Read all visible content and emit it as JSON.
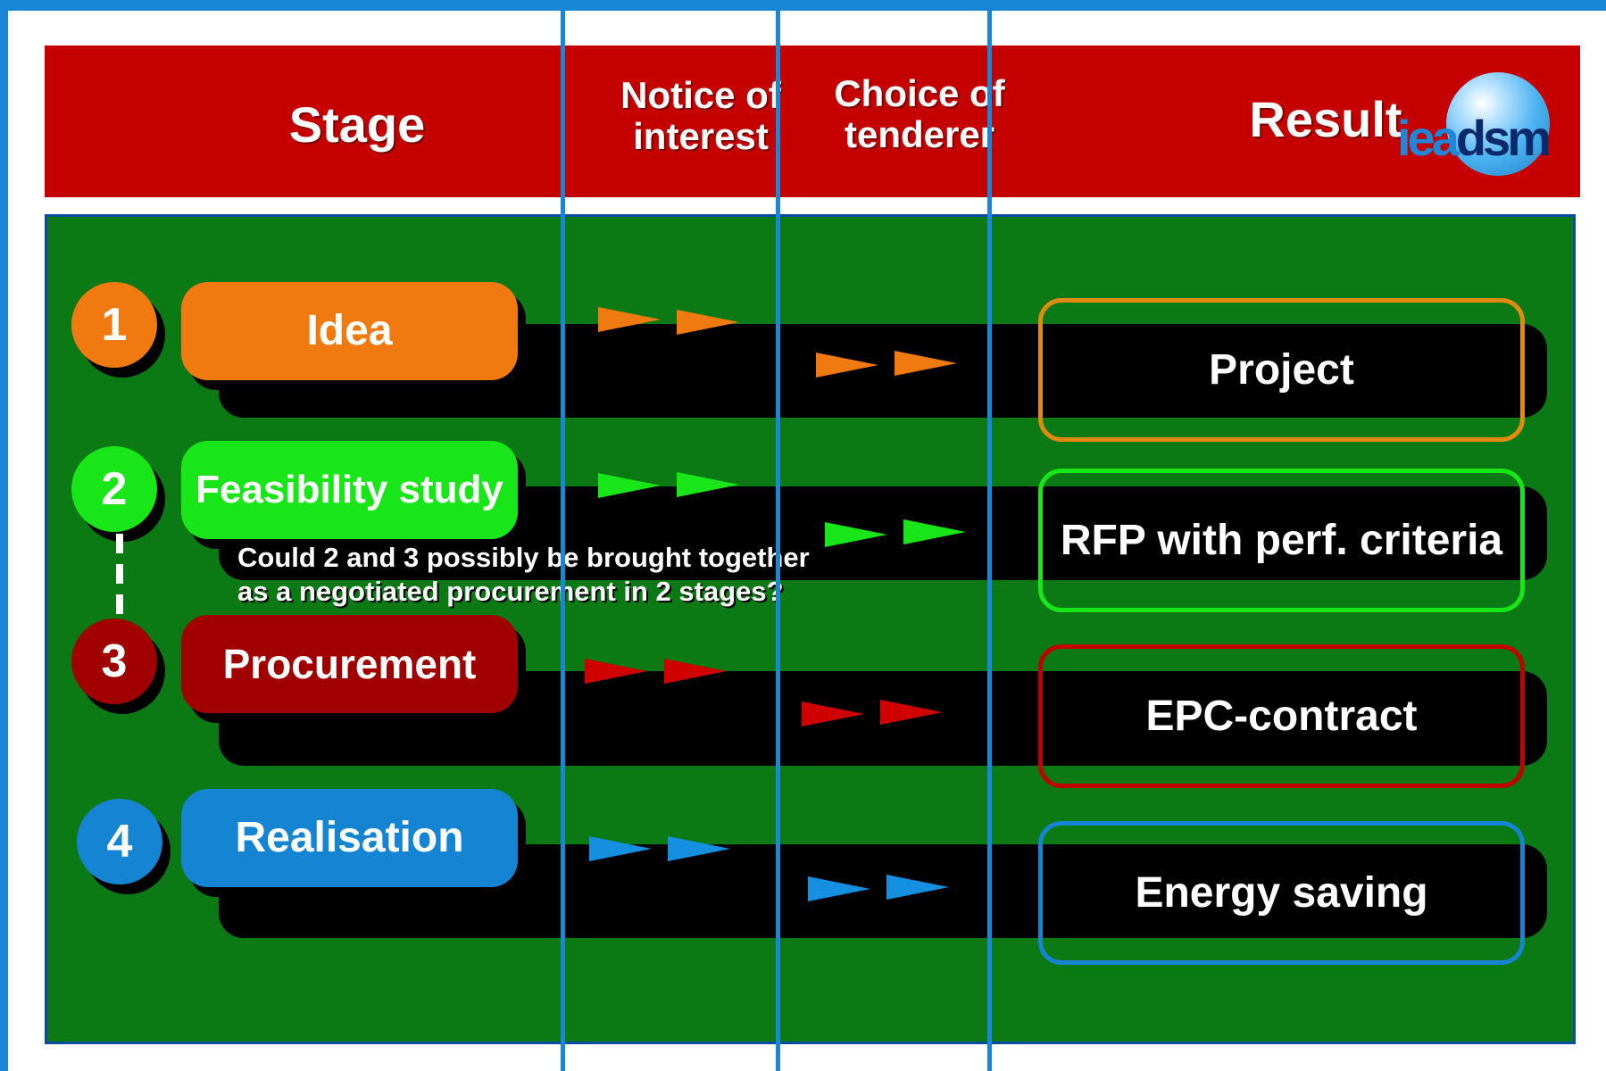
{
  "header": {
    "stage": "Stage",
    "notice_of_interest": "Notice of interest",
    "choice_of_tenderer": "Choice of tenderer",
    "result": "Result",
    "logo": {
      "text_light": "iea",
      "text_dark": "dsm"
    }
  },
  "stages": [
    {
      "number": "1",
      "label": "Idea",
      "result": "Project",
      "color": "#f07a10"
    },
    {
      "number": "2",
      "label": "Feasibility study",
      "result": "RFP with perf. criteria",
      "color": "#19e619"
    },
    {
      "number": "3",
      "label": "Procurement",
      "result": "EPC-contract",
      "color": "#a00000"
    },
    {
      "number": "4",
      "label": "Realisation",
      "result": "Energy saving",
      "color": "#1585d3"
    }
  ],
  "note": {
    "line1": "Could 2 and 3 possibly be brought together",
    "line2": "as a negotiated procurement in 2 stages?"
  },
  "colors": {
    "header_bg": "#c40000",
    "panel_bg": "#0b7a14",
    "divider": "#1a86d6",
    "arrow_red": "#d00000"
  }
}
